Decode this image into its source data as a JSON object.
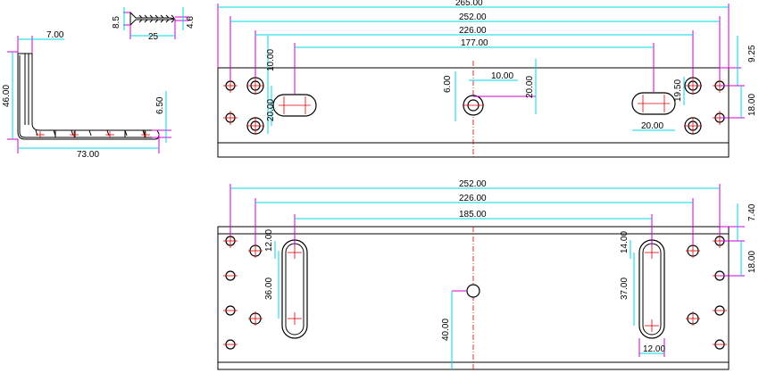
{
  "screw": {
    "d1": "8.5",
    "len": "25",
    "d2": "4.6"
  },
  "bracket": {
    "thk": "7.00",
    "height": "46.00",
    "width": "73.00",
    "hole_h": "6.50"
  },
  "top_plate": {
    "overall": "265.00",
    "pitch1": "252.00",
    "pitch2": "226.00",
    "slot_pitch": "177.00",
    "d10v": "10.00",
    "d20v": "20.00",
    "d6": "6.00",
    "d10h": "10.00",
    "d20c": "20.00",
    "d19": "19.50",
    "d20h": "20.00",
    "d925": "9.25",
    "d18": "18.00"
  },
  "bottom_plate": {
    "pitch1": "252.00",
    "pitch2": "226.00",
    "slot_pitch": "185.00",
    "d740": "7.40",
    "d12v": "12.00",
    "d36": "36.00",
    "d14": "14.00",
    "d37": "37.00",
    "d40": "40.00",
    "d12h": "12.00",
    "d18": "18.00"
  }
}
